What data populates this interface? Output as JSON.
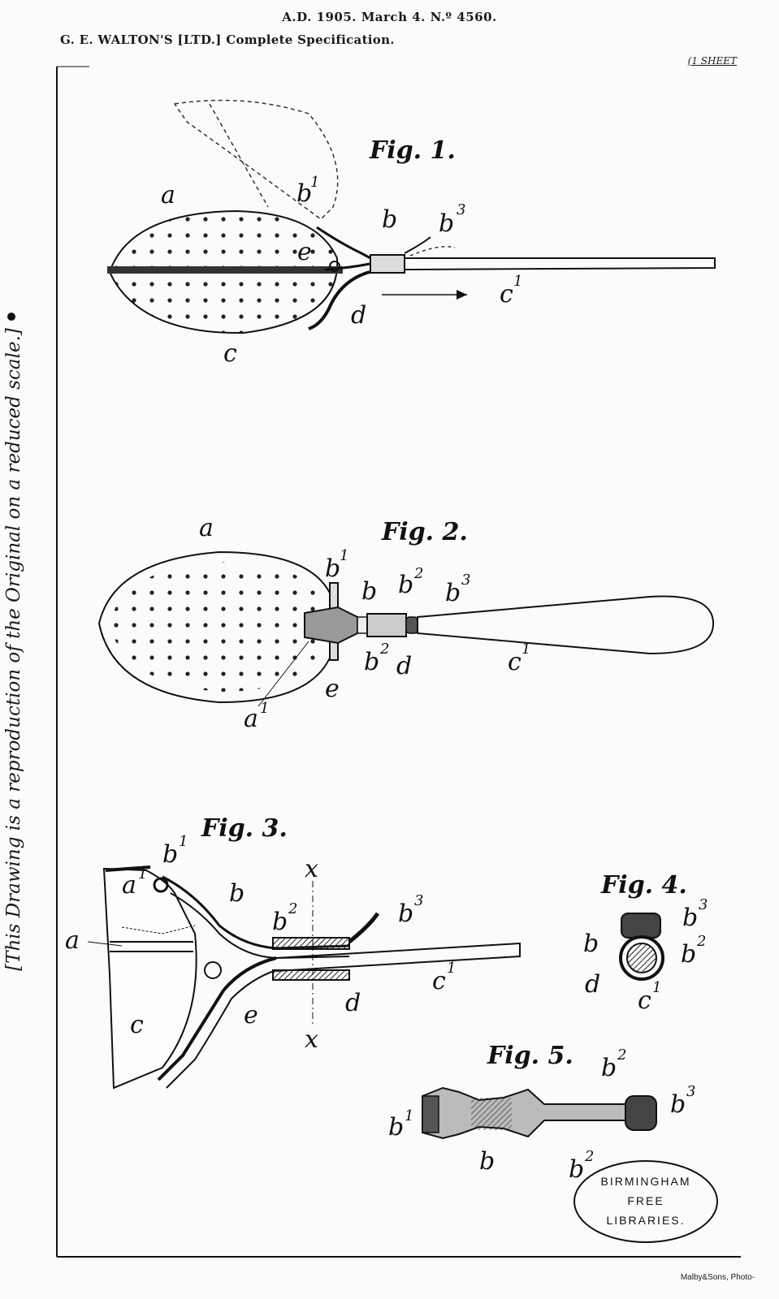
{
  "header": {
    "line1": "A.D. 1905. March 4. N.º 4560.",
    "line2": "G. E. WALTON'S [LTD.] Complete Specification.",
    "sheet": "(1 SHEET"
  },
  "side_note": "[This Drawing is a reproduction of the Original on a reduced scale.]",
  "credit": "Malby&Sons, Photo-",
  "figures": {
    "fig1": "Fig. 1.",
    "fig2": "Fig. 2.",
    "fig3": "Fig. 3.",
    "fig4": "Fig. 4.",
    "fig5": "Fig. 5."
  },
  "labels": {
    "a": "a",
    "b": "b",
    "c": "c",
    "d": "d",
    "e": "e",
    "x": "x",
    "one": "1",
    "two": "2",
    "three": "3"
  },
  "stamp": {
    "line1": "BIRMINGHAM",
    "line2": "FREE",
    "line3": "LIBRARIES."
  }
}
